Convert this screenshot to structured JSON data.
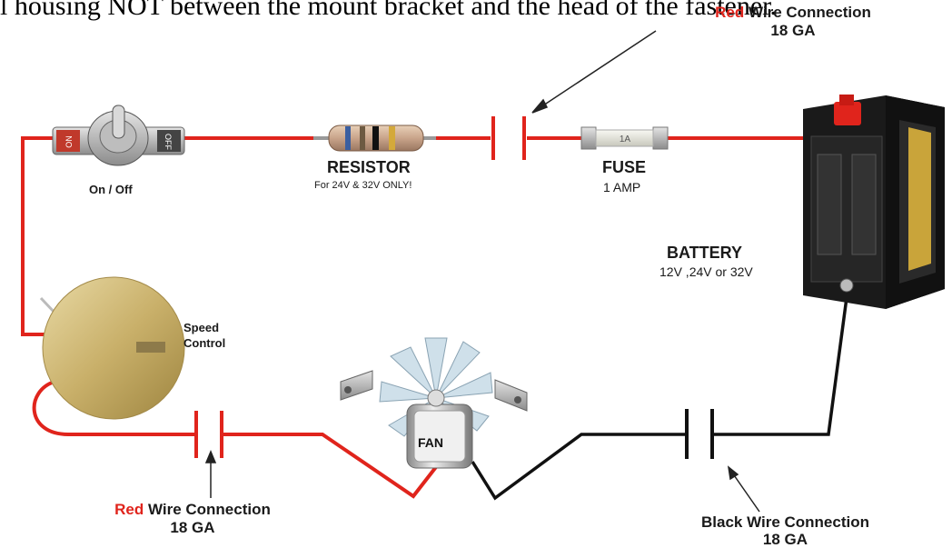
{
  "header": {
    "clipped_text": "l housing NOT between the mount bracket and the head of the fastener."
  },
  "top_connection": {
    "prefix": "Red",
    "suffix": " Wire Connection",
    "gauge": "18 GA"
  },
  "switch": {
    "label": "On / Off",
    "on_text": "ON",
    "off_text": "OFF"
  },
  "resistor": {
    "label": "RESISTOR",
    "note": "For 24V & 32V ONLY!"
  },
  "fuse": {
    "label": "FUSE",
    "rating": "1 AMP",
    "marking": "1A"
  },
  "battery": {
    "label": "BATTERY",
    "voltage": "12V ,24V or 32V"
  },
  "speed_control": {
    "line1": "Speed",
    "line2": "Control"
  },
  "fan": {
    "label": "FAN"
  },
  "bottom_left_connection": {
    "prefix": "Red",
    "suffix": " Wire Connection",
    "gauge": "18 GA"
  },
  "bottom_right_connection": {
    "prefix": "Black",
    "suffix": " Wire Connection",
    "gauge": "18 GA"
  },
  "colors": {
    "red_wire": "#e0241c",
    "black_wire": "#111111",
    "label_red": "#e0241c"
  }
}
